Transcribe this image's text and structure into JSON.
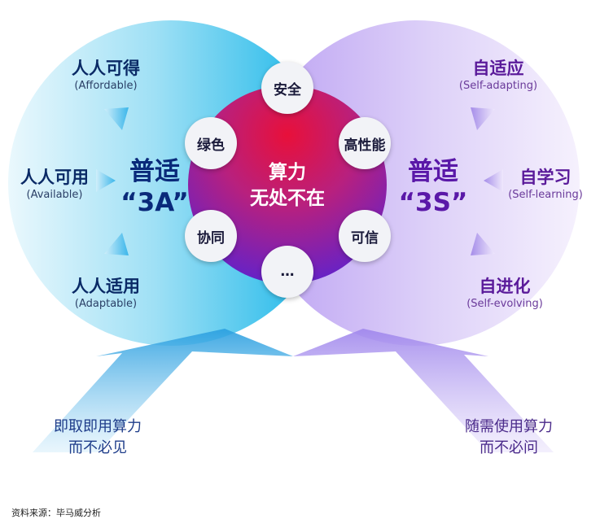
{
  "left": {
    "items": [
      {
        "title": "人人可得",
        "sub": "(Affordable)"
      },
      {
        "title": "人人可用",
        "sub": "(Available)"
      },
      {
        "title": "人人适用",
        "sub": "(Adaptable)"
      }
    ],
    "big_title": "普适",
    "big_label": "“3A”",
    "bottom_line1": "即取即用算力",
    "bottom_line2": "而不必见"
  },
  "right": {
    "items": [
      {
        "title": "自适应",
        "sub": "(Self-adapting)"
      },
      {
        "title": "自学习",
        "sub": "(Self-learning)"
      },
      {
        "title": "自进化",
        "sub": "(Self-evolving)"
      }
    ],
    "big_title": "普适",
    "big_label": "“3S”",
    "bottom_line1": "随需使用算力",
    "bottom_line2": "而不必问"
  },
  "center": {
    "line1": "算力",
    "line2": "无处不在",
    "nodes": [
      "安全",
      "高性能",
      "可信",
      "…",
      "协同",
      "绿色"
    ]
  },
  "source": "资料来源：毕马威分析",
  "colors": {
    "blue_lobe": "#1ab8e6",
    "purple_lobe": "#c9b6f5",
    "core_red": "#e0163e",
    "core_purple": "#6a22c8",
    "blue_text": "#0a2a66",
    "purple_text": "#5a1a9a"
  }
}
